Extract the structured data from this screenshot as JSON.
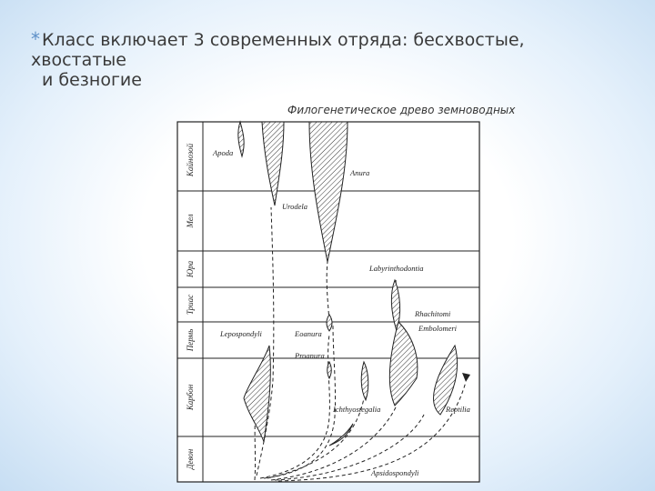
{
  "slide": {
    "bullet": "*",
    "title_line1": "Класс включает 3 современных отряда: бесхвостые, хвостатые",
    "title_line2": "и безногие",
    "caption": "Филогенетическое древо земноводных"
  },
  "tree": {
    "eras": [
      "Кайнозой",
      "Мел",
      "Юра",
      "Триас",
      "Пермь",
      "Карбон",
      "Девон"
    ],
    "taxa": {
      "apoda": "Apoda",
      "anura": "Anura",
      "urodela": "Urodela",
      "labyrinthodontia": "Labyrinthodontia",
      "rhachitomi": "Rhachitomi",
      "embolomeri": "Embolomeri",
      "lepospondyli": "Lepospondyli",
      "eoanura": "Eoanura",
      "proanura": "Proanura",
      "ichthyostegalia": "Ichthyostegalia",
      "reptilia": "Reptilia",
      "apsidospondyli": "Apsidospondyli"
    }
  }
}
